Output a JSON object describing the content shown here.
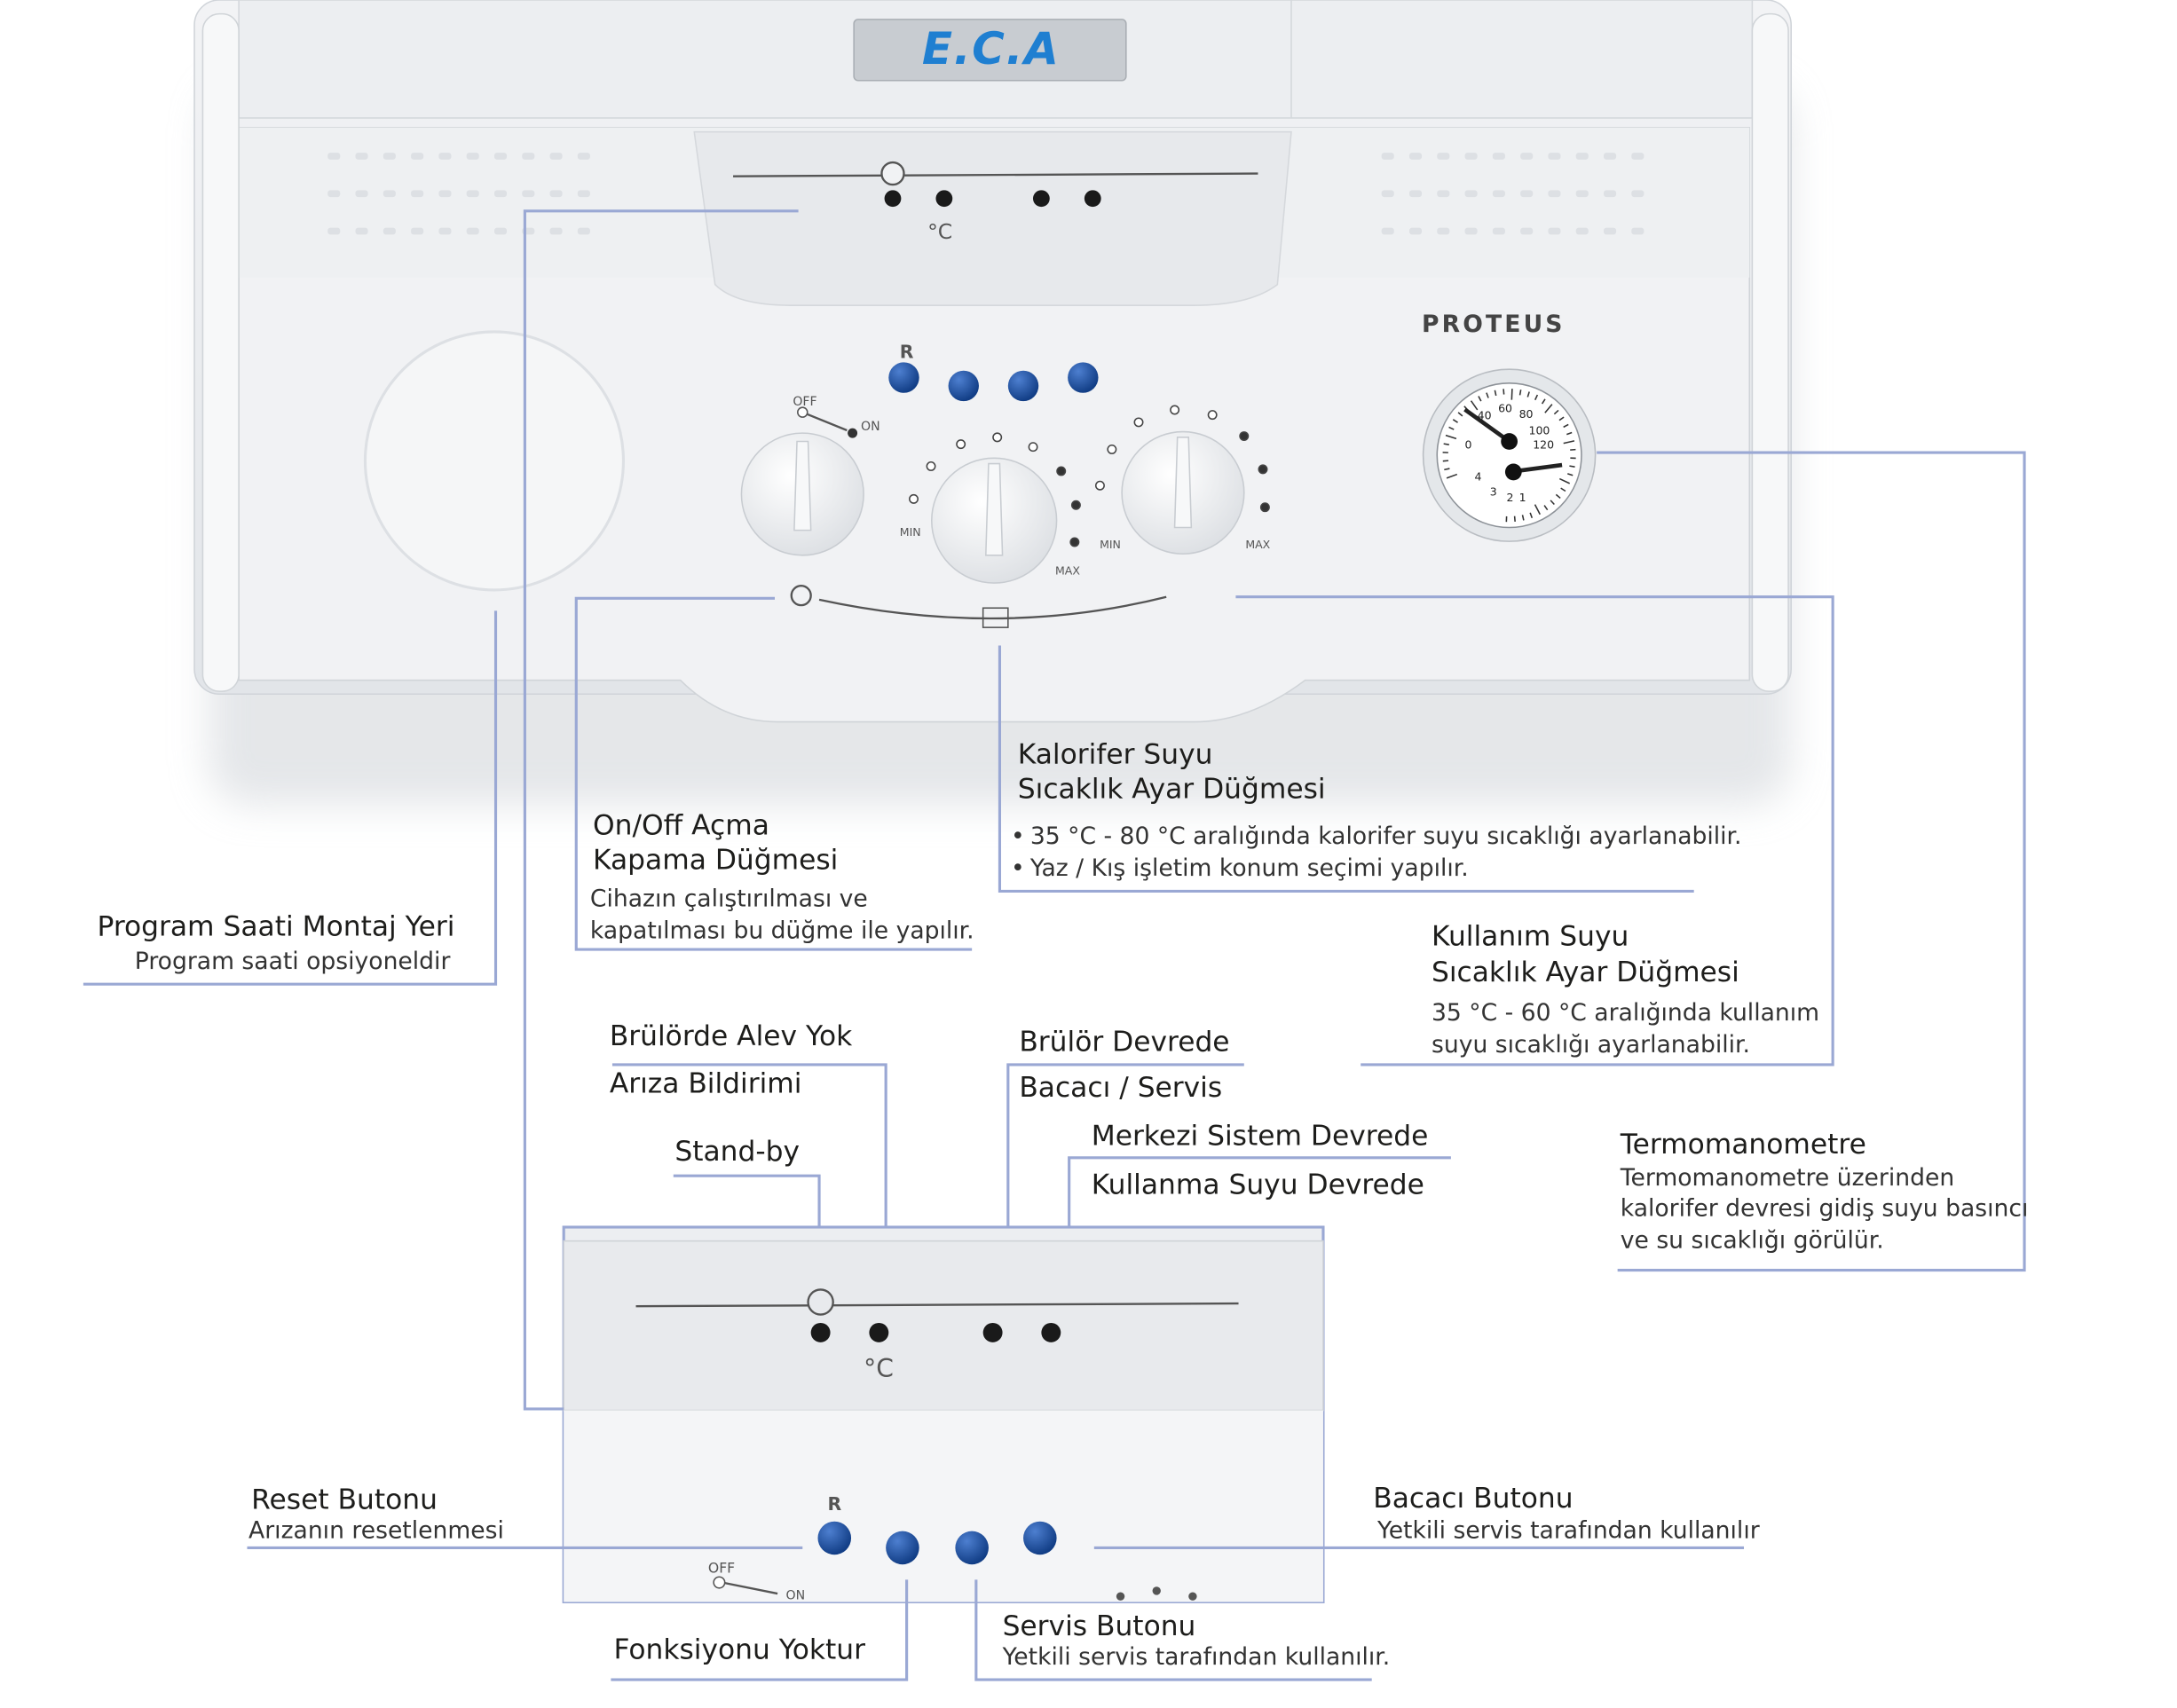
{
  "device": {
    "brand": "E.C.A",
    "model": "PROTEUS",
    "knob_labels": {
      "off": "OFF",
      "on": "ON",
      "min": "MIN",
      "max": "MAX",
      "reset": "R",
      "celsius": "°C"
    },
    "gauge_scale": [
      "40",
      "60",
      "80",
      "100",
      "120",
      "1",
      "2",
      "3",
      "4",
      "0"
    ]
  },
  "callouts": {
    "program_saati": {
      "title": "Program Saati Montaj Yeri",
      "desc": "Program saati opsiyoneldir"
    },
    "on_off": {
      "title1": "On/Off Açma",
      "title2": "Kapama Düğmesi",
      "desc1": "Cihazın çalıştırılması ve",
      "desc2": "kapatılması bu düğme ile yapılır."
    },
    "kalorifer": {
      "title1": "Kalorifer Suyu",
      "title2": "Sıcaklık Ayar Düğmesi",
      "bullet1": "35 °C - 80 °C aralığında kalorifer suyu sıcaklığı ayarlanabilir.",
      "bullet2": "Yaz / Kış işletim konum seçimi yapılır."
    },
    "kullanim": {
      "title1": "Kullanım Suyu",
      "title2": "Sıcaklık Ayar Düğmesi",
      "desc1": "35 °C - 60 °C aralığında kullanım",
      "desc2": "suyu sıcaklığı ayarlanabilir."
    },
    "termomanometre": {
      "title": "Termomanometre",
      "desc1": "Termomanometre üzerinden",
      "desc2": "kalorifer devresi gidiş suyu basıncı",
      "desc3": "ve su sıcaklığı görülür."
    },
    "alev_yok": "Brülörde Alev Yok",
    "ariza": "Arıza Bildirimi",
    "standby": "Stand-by",
    "brulor_devrede": "Brülör Devrede",
    "bacaci_servis": "Bacacı / Servis",
    "merkezi": "Merkezi Sistem  Devrede",
    "kullanma_suyu": "Kullanma Suyu Devrede",
    "reset": {
      "title": "Reset Butonu",
      "desc": "Arızanın resetlenmesi"
    },
    "bacaci_butonu": {
      "title": "Bacacı Butonu",
      "desc": "Yetkili servis tarafından kullanılır"
    },
    "fonksiyonu_yoktur": "Fonksiyonu Yoktur",
    "servis": {
      "title": "Servis Butonu",
      "desc": "Yetkili servis tarafından kullanılır."
    }
  },
  "colors": {
    "leader": "#9aa8d4",
    "button": "#1b4fa0",
    "body": "#e9ecef",
    "panel": "#f3f4f6"
  }
}
